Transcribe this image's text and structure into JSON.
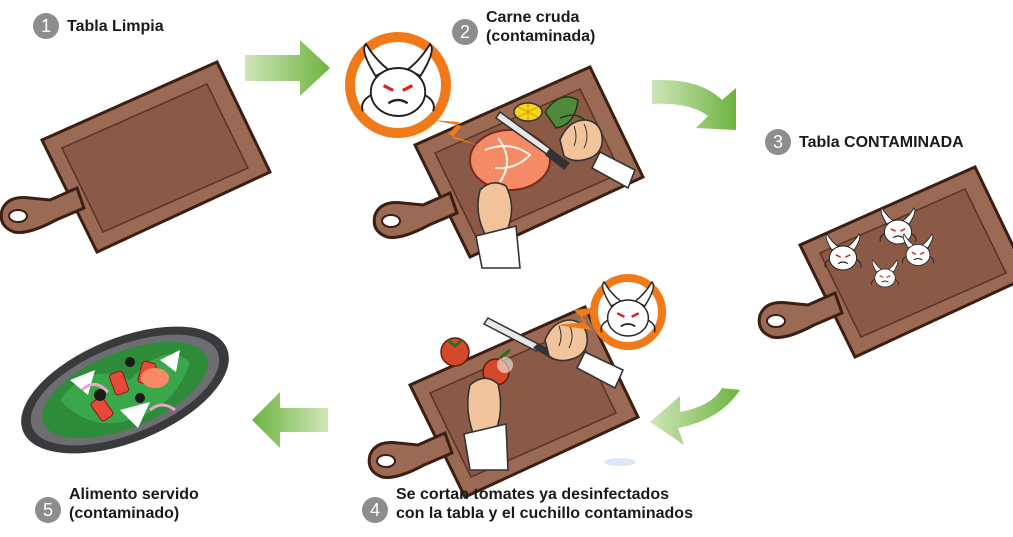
{
  "steps": [
    {
      "number": "1",
      "lines": [
        "Tabla Limpia"
      ]
    },
    {
      "number": "2",
      "lines": [
        "Carne cruda",
        "(contaminada)"
      ]
    },
    {
      "number": "3",
      "lines": [
        "Tabla CONTAMINADA"
      ]
    },
    {
      "number": "4",
      "lines": [
        "Se cortan tomates ya desinfectados",
        "con la tabla y el cuchillo contaminados"
      ]
    },
    {
      "number": "5",
      "lines": [
        "Alimento servido",
        "(contaminado)"
      ]
    }
  ],
  "colors": {
    "board_fill": "#9b6a55",
    "board_inner": "#8a5a46",
    "board_edge": "#3d1f12",
    "arrow_start": "#cfe6b8",
    "arrow_end": "#6db33f",
    "germ_orange": "#f07a1a",
    "number_badge": "#8d8d8f"
  }
}
